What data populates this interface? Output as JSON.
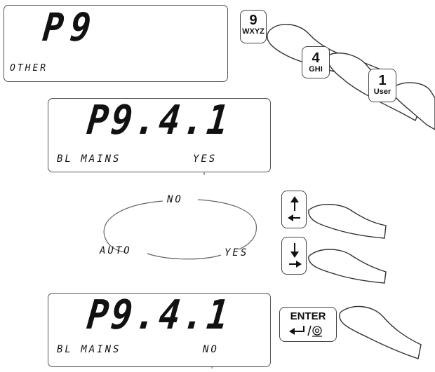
{
  "screen1": {
    "code": "P9",
    "label": "OTHER"
  },
  "screen2": {
    "code": "P9.4.1",
    "label": "BL MAINS",
    "value": "YES"
  },
  "cycle": {
    "top": "NO",
    "left": "AUTO",
    "right": "YES"
  },
  "screen3": {
    "code": "P9.4.1",
    "label": "BL MAINS",
    "value": "NO"
  },
  "keys": {
    "k9": {
      "num": "9",
      "sub": "WXYZ"
    },
    "k4": {
      "num": "4",
      "sub": "GHI"
    },
    "k1": {
      "num": "1",
      "sub": "User"
    },
    "enter": {
      "label": "ENTER"
    }
  }
}
